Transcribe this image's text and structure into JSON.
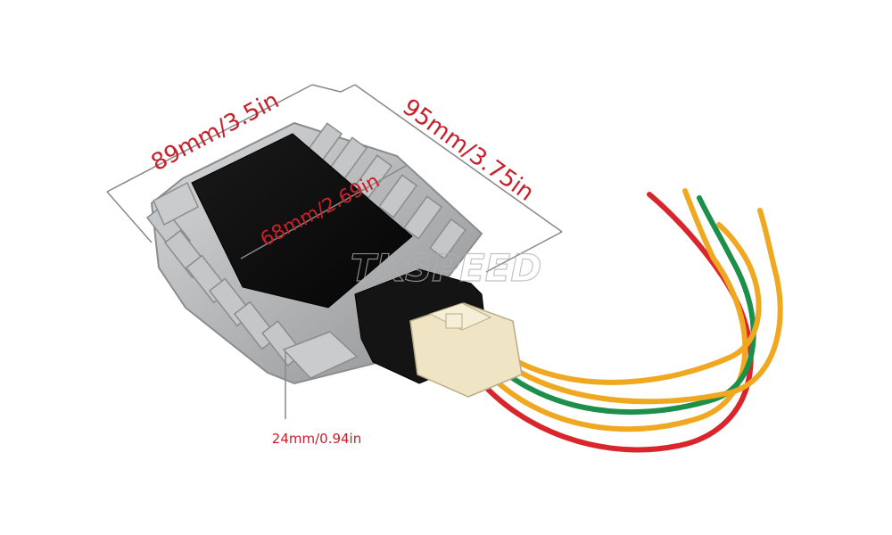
{
  "dimensions": {
    "length": "89mm/3.5in",
    "width": "95mm/3.75in",
    "inner": "68mm/2.69in",
    "height": "24mm/0.94in"
  },
  "watermark": "TKSPEED",
  "colors": {
    "label_red": "#c8202a",
    "dim_line": "#888888",
    "wire_red": "#d9262c",
    "wire_yellow": "#efa820",
    "wire_green": "#1c8f4a",
    "housing": "#b7b9bb",
    "face": "#0d0d0d",
    "connector_plug": "#efe4c3"
  }
}
